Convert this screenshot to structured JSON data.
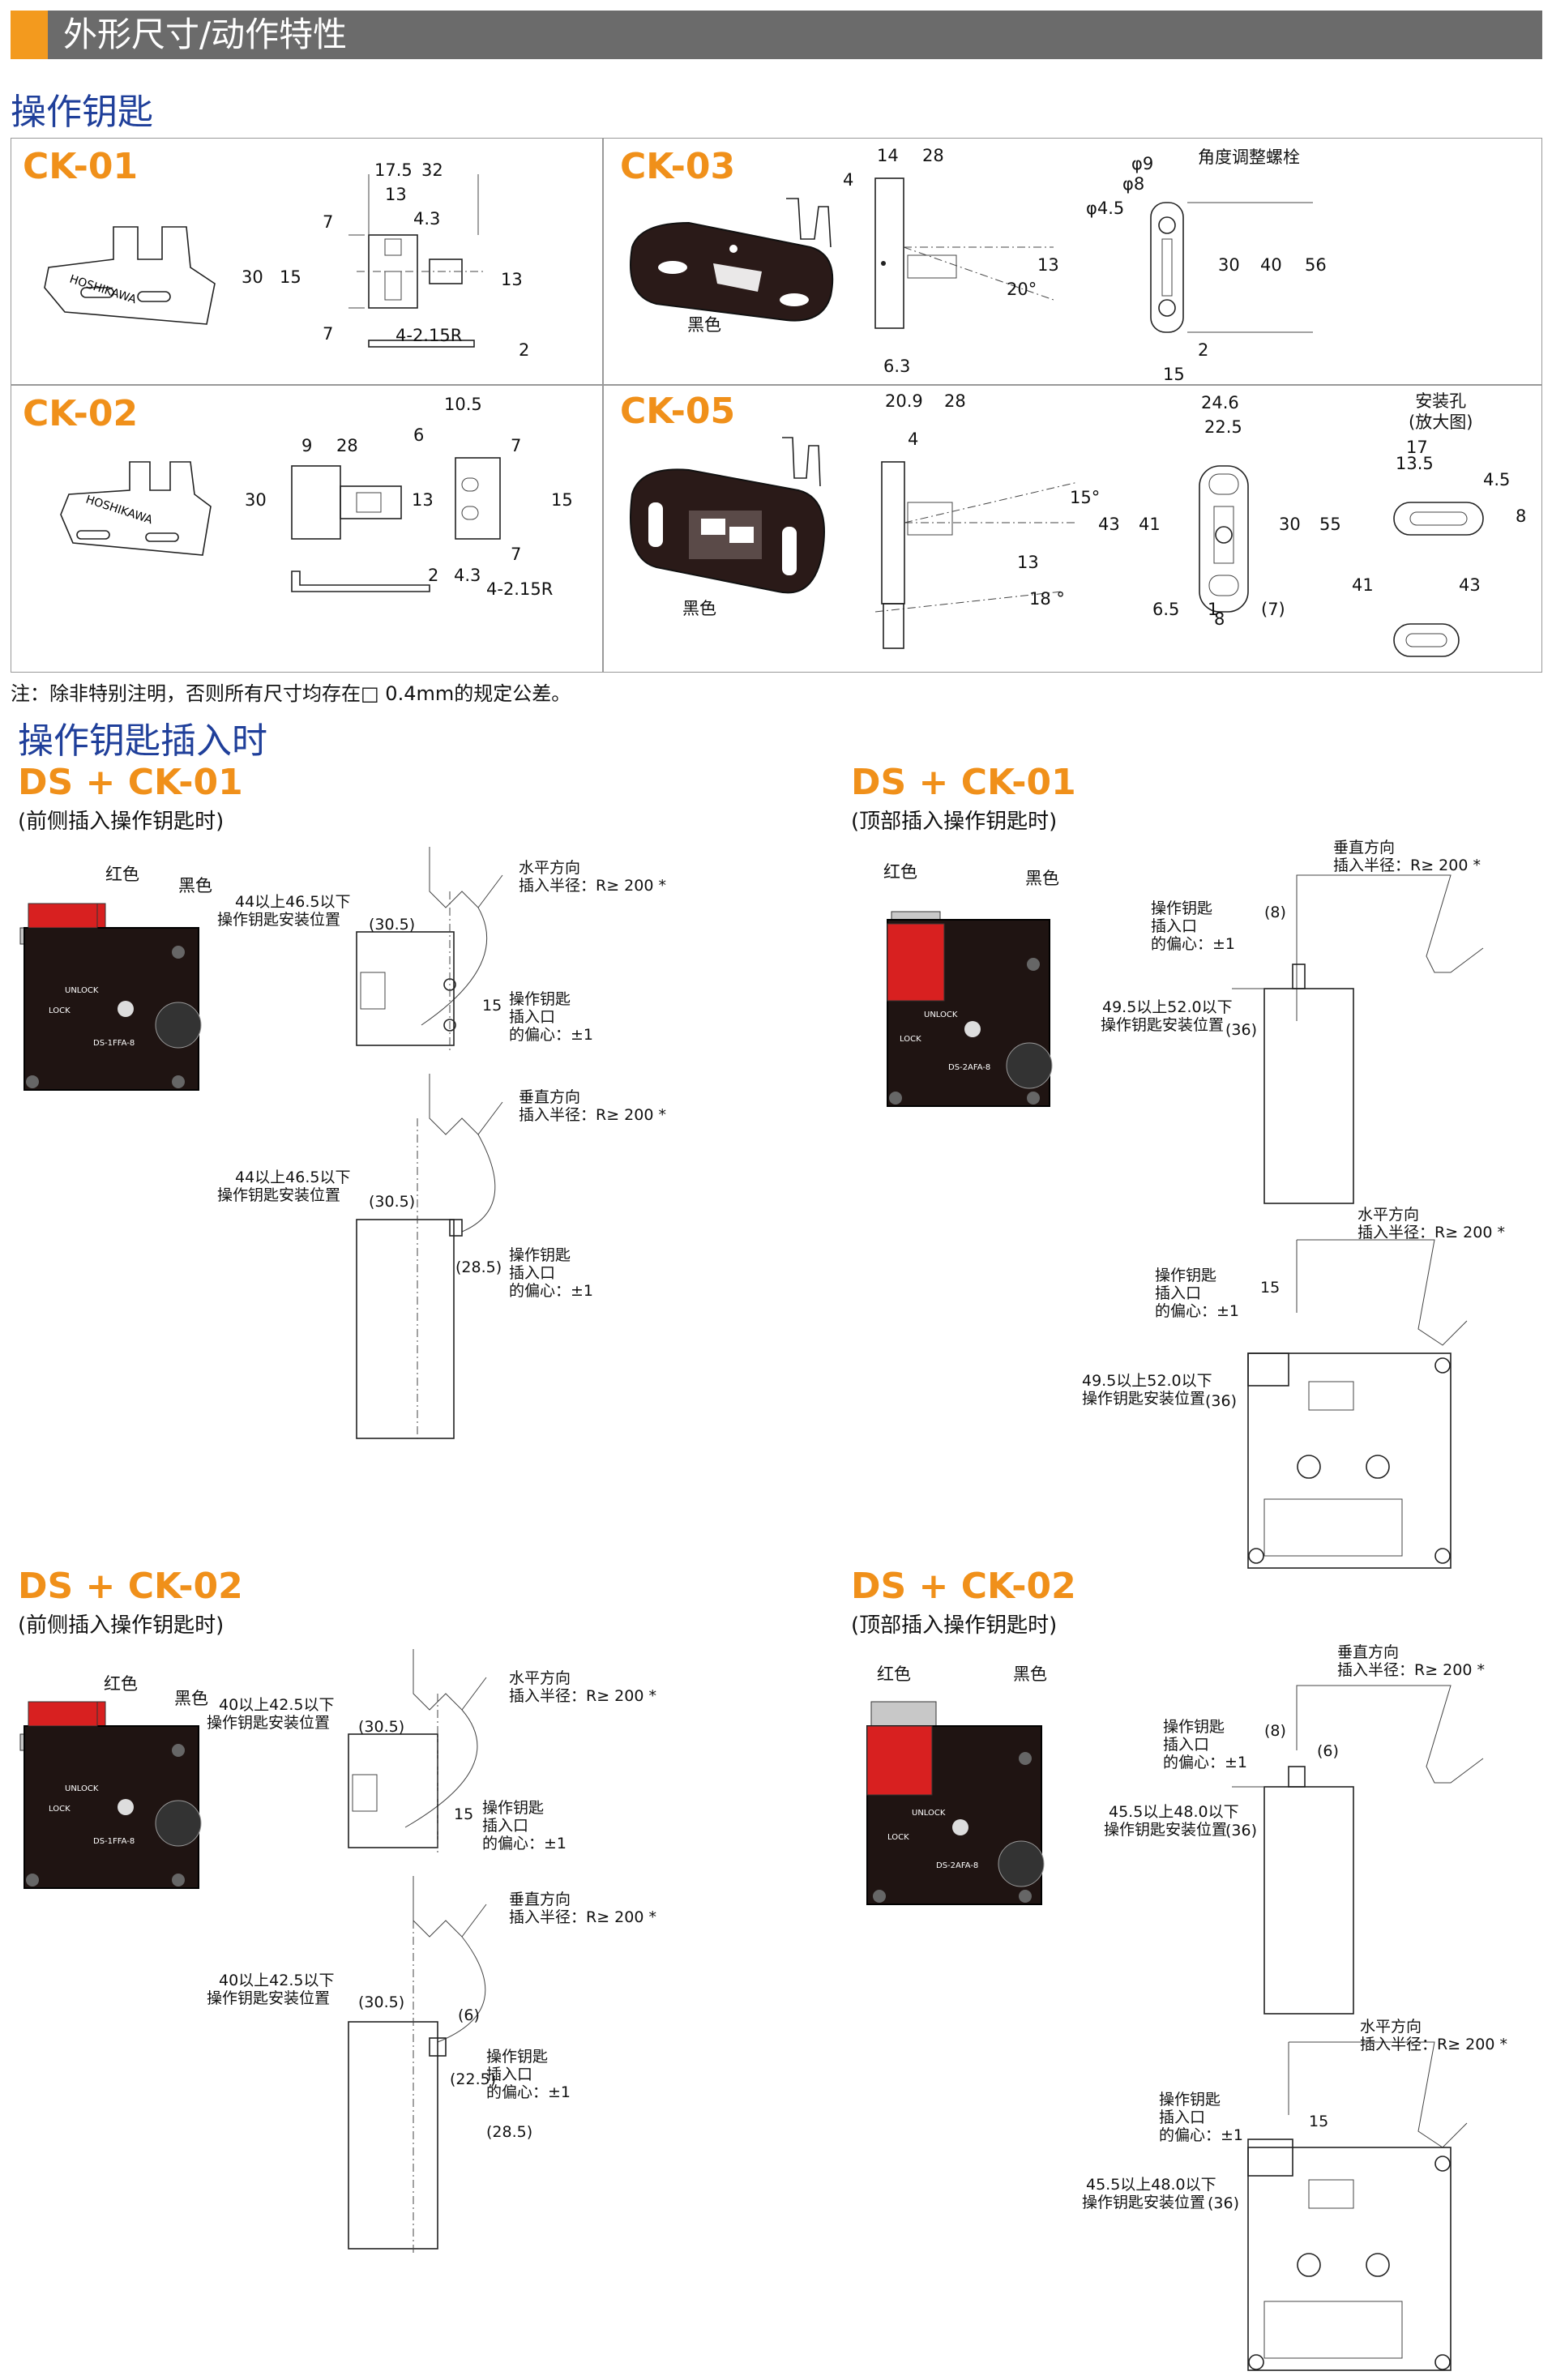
{
  "header": {
    "title": "外形尺寸/动作特性"
  },
  "section1": {
    "title": "操作钥匙"
  },
  "ck01": {
    "name": "CK-01",
    "dims": [
      "17.5",
      "32",
      "13",
      "4.3",
      "7",
      "30",
      "15",
      "13",
      "7",
      "4-2.15R",
      "2"
    ],
    "marking": "HOSHIKAWA"
  },
  "ck02": {
    "name": "CK-02",
    "dims": [
      "10.5",
      "6",
      "9",
      "28",
      "7",
      "30",
      "13",
      "15",
      "7",
      "2",
      "4.3",
      "4-2.15R"
    ],
    "marking": "HOSHIKAWA"
  },
  "ck03": {
    "name": "CK-03",
    "dims": [
      "14",
      "28",
      "4",
      "13",
      "20°",
      "6.3",
      "φ9",
      "φ8",
      "φ4.5",
      "角度调整螺栓",
      "30",
      "40",
      "56",
      "2",
      "15"
    ],
    "color_label": "黑色"
  },
  "ck05": {
    "name": "CK-05",
    "dims": [
      "20.9",
      "28",
      "4",
      "15°",
      "13",
      "18 °",
      "24.6",
      "22.5",
      "43",
      "41",
      "30",
      "55",
      "6.5",
      "1",
      "8",
      "(7)",
      "17",
      "13.5",
      "4.5",
      "8",
      "41",
      "43"
    ],
    "mount_label": "安装孔\n(放大图)",
    "color_label": "黑色"
  },
  "note": "注：除非特别注明，否则所有尺寸均存在□ 0.4mm的规定公差。",
  "section2": {
    "title": "操作钥匙插入时"
  },
  "ds_ck01_front": {
    "title": "DS + CK-01",
    "subtitle": "(前侧插入操作钥匙时)",
    "red": "红色",
    "black": "黑色",
    "horiz": "水平方向",
    "radius": "插入半径：R≥ 200 *",
    "vert": "垂直方向",
    "pos1": "44以上46.5以下",
    "pos2": "操作钥匙安装位置",
    "d305": "(30.5)",
    "d15": "15",
    "d285": "(28.5)",
    "ecc1": "操作钥匙",
    "ecc2": "插入口",
    "ecc3": "的偏心：±1"
  },
  "ds_ck01_top": {
    "title": "DS + CK-01",
    "subtitle": "(顶部插入操作钥匙时)",
    "red": "红色",
    "black": "黑色",
    "vert": "垂直方向",
    "horiz": "水平方向",
    "radius": "插入半径：R≥ 200 *",
    "pos1": "49.5以上52.0以下",
    "pos2": "操作钥匙安装位置",
    "d8": "(8)",
    "d36": "(36)",
    "d15": "15",
    "ecc1": "操作钥匙",
    "ecc2": "插入口",
    "ecc3": "的偏心：±1"
  },
  "ds_ck02_front": {
    "title": "DS + CK-02",
    "subtitle": "(前侧插入操作钥匙时)",
    "red": "红色",
    "black": "黑色",
    "horiz": "水平方向",
    "vert": "垂直方向",
    "radius": "插入半径：R≥ 200 *",
    "pos1": "40以上42.5以下",
    "pos2": "操作钥匙安装位置",
    "d305": "(30.5)",
    "d15": "15",
    "d6": "(6)",
    "d225": "(22.5)",
    "d285": "(28.5)",
    "ecc1": "操作钥匙",
    "ecc2": "插入口",
    "ecc3": "的偏心：±1"
  },
  "ds_ck02_top": {
    "title": "DS + CK-02",
    "subtitle": "(顶部插入操作钥匙时)",
    "red": "红色",
    "black": "黑色",
    "vert": "垂直方向",
    "horiz": "水平方向",
    "radius": "插入半径：R≥ 200 *",
    "pos1": "45.5以上48.0以下",
    "pos2": "操作钥匙安装位置",
    "d8": "(8)",
    "d6": "(6)",
    "d36": "(36)",
    "d15": "15",
    "ecc1": "操作钥匙",
    "ecc2": "插入口",
    "ecc3": "的偏心：±1"
  },
  "device": {
    "unlock": "UNLOCK",
    "lock": "LOCK",
    "model_front": "DS-1FFA-8",
    "model_top": "DS-2AFA-8"
  }
}
